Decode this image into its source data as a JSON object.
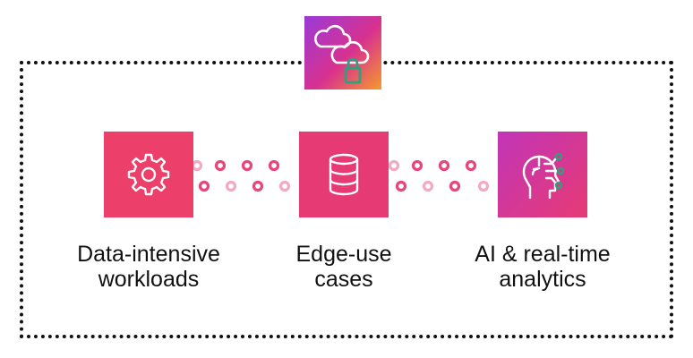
{
  "colors": {
    "pink": "#ec3f6a",
    "magenta": "#d8318f",
    "purple": "#b33bc4",
    "orange": "#f59a2c",
    "violet": "#7b39d6",
    "teal": "#2fa07c",
    "dot_pink": "#e8467a",
    "dot_light": "#f3a9c2"
  },
  "hub": {
    "icon": "cloud-lock-icon"
  },
  "nodes": [
    {
      "icon": "gear-icon",
      "label": "Data-intensive\nworkloads"
    },
    {
      "icon": "database-icon",
      "label": "Edge-use\ncases"
    },
    {
      "icon": "ai-head-icon",
      "label": "AI & real-time\nanalytics"
    }
  ]
}
